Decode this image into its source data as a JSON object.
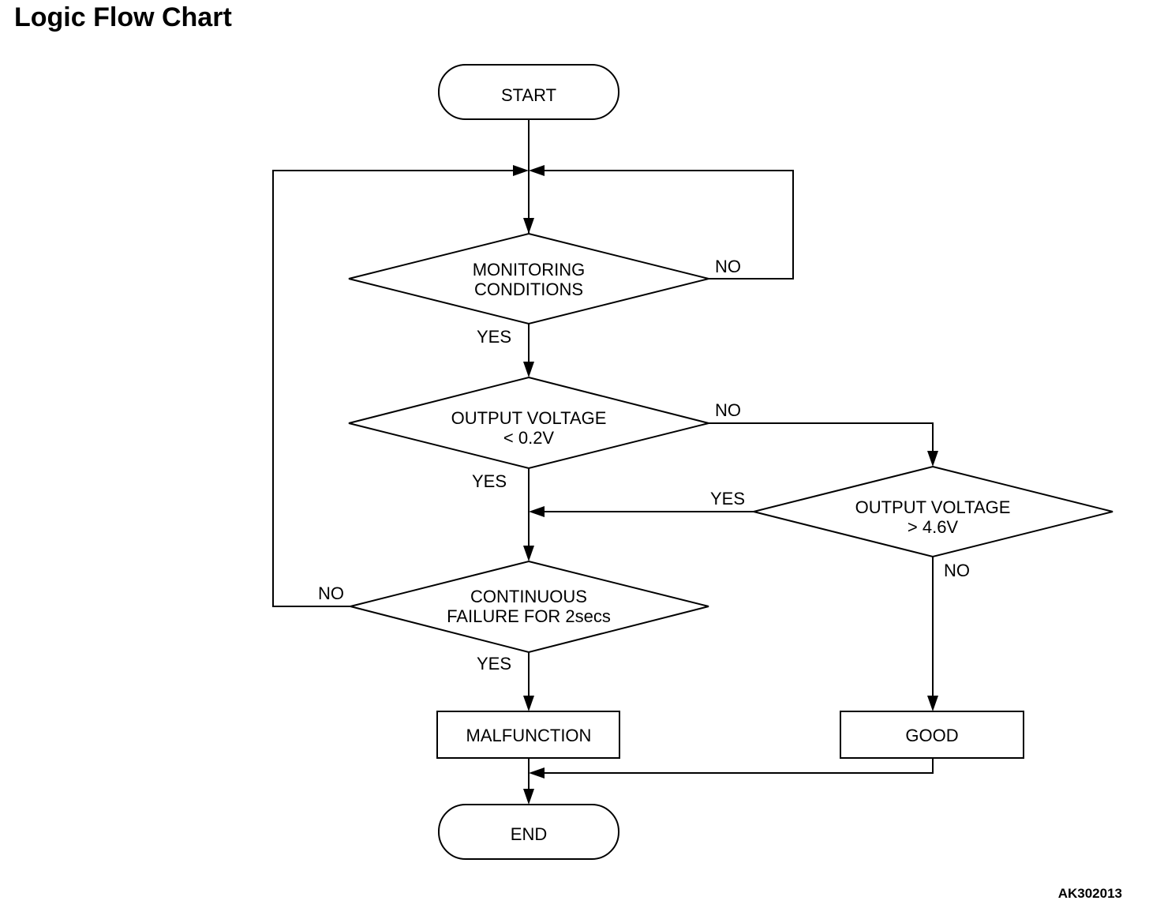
{
  "title": "Logic Flow Chart",
  "figure_code": "AK302013",
  "nodes": {
    "start": "START",
    "monitoring": [
      "MONITORING",
      "CONDITIONS"
    ],
    "low_voltage": [
      "OUTPUT VOLTAGE",
      "< 0.2V"
    ],
    "high_voltage": [
      "OUTPUT VOLTAGE",
      "> 4.6V"
    ],
    "continuous": [
      "CONTINUOUS",
      "FAILURE FOR 2secs"
    ],
    "malfunction": "MALFUNCTION",
    "good": "GOOD",
    "end": "END"
  },
  "edge_labels": {
    "monitoring_no": "NO",
    "monitoring_yes": "YES",
    "low_no": "NO",
    "low_yes": "YES",
    "high_yes": "YES",
    "high_no": "NO",
    "continuous_no": "NO",
    "continuous_yes": "YES"
  }
}
